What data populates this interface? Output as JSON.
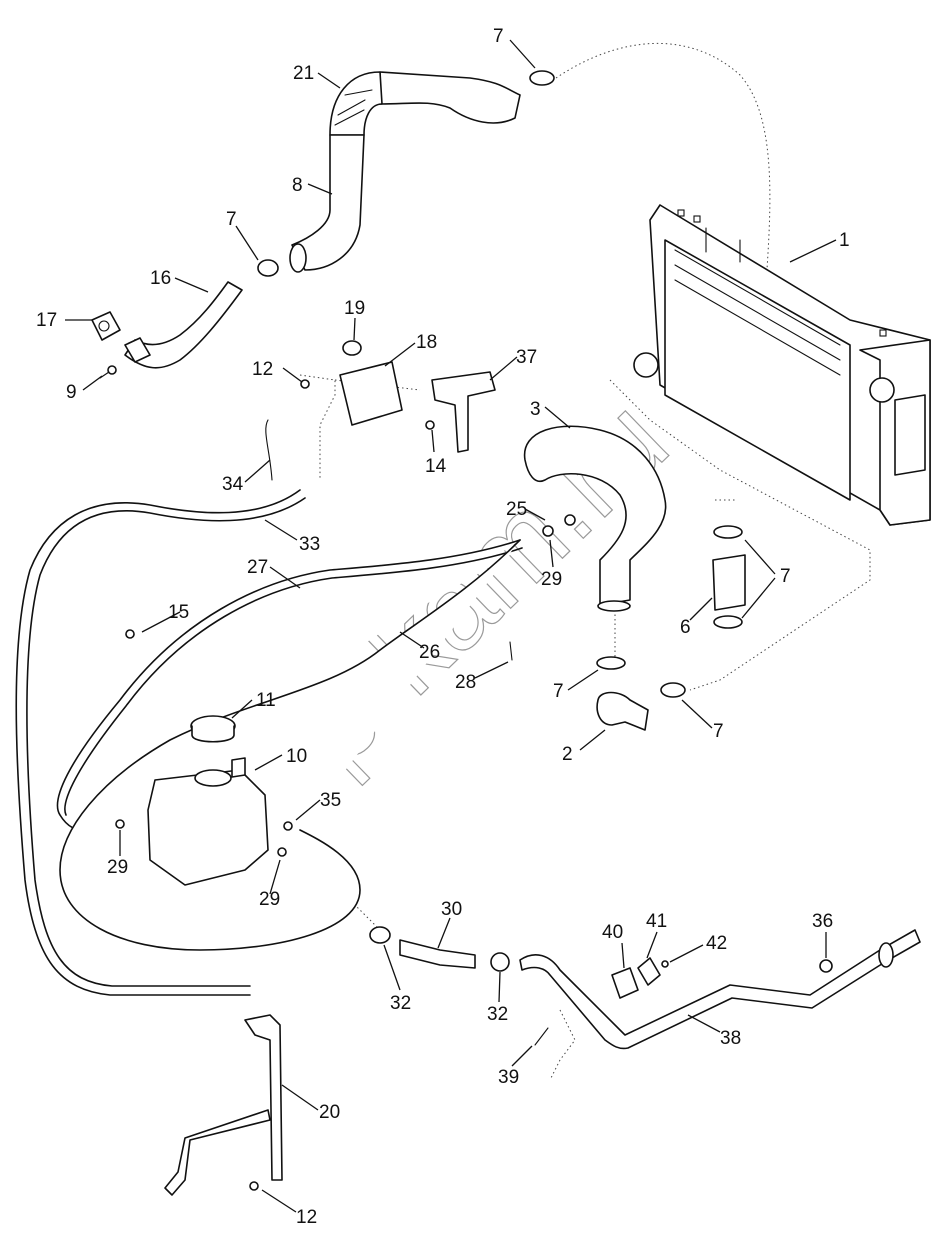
{
  "watermark": "zap-kam.ru",
  "callouts": [
    {
      "id": "1",
      "name": "callout-1"
    },
    {
      "id": "2",
      "name": "callout-2"
    },
    {
      "id": "3",
      "name": "callout-3"
    },
    {
      "id": "6",
      "name": "callout-6"
    },
    {
      "id": "7",
      "name": "callout-7-top"
    },
    {
      "id": "7",
      "name": "callout-7-upper-left"
    },
    {
      "id": "7",
      "name": "callout-7-right"
    },
    {
      "id": "7",
      "name": "callout-7-lower"
    },
    {
      "id": "7",
      "name": "callout-7-lower-right"
    },
    {
      "id": "8",
      "name": "callout-8"
    },
    {
      "id": "9",
      "name": "callout-9"
    },
    {
      "id": "10",
      "name": "callout-10"
    },
    {
      "id": "11",
      "name": "callout-11"
    },
    {
      "id": "12",
      "name": "callout-12-upper"
    },
    {
      "id": "12",
      "name": "callout-12-lower"
    },
    {
      "id": "14",
      "name": "callout-14"
    },
    {
      "id": "15",
      "name": "callout-15"
    },
    {
      "id": "16",
      "name": "callout-16"
    },
    {
      "id": "17",
      "name": "callout-17"
    },
    {
      "id": "18",
      "name": "callout-18"
    },
    {
      "id": "19",
      "name": "callout-19"
    },
    {
      "id": "20",
      "name": "callout-20"
    },
    {
      "id": "21",
      "name": "callout-21"
    },
    {
      "id": "25",
      "name": "callout-25"
    },
    {
      "id": "26",
      "name": "callout-26"
    },
    {
      "id": "27",
      "name": "callout-27"
    },
    {
      "id": "28",
      "name": "callout-28"
    },
    {
      "id": "29",
      "name": "callout-29-upper"
    },
    {
      "id": "29",
      "name": "callout-29-left"
    },
    {
      "id": "29",
      "name": "callout-29-center"
    },
    {
      "id": "30",
      "name": "callout-30"
    },
    {
      "id": "32",
      "name": "callout-32-left"
    },
    {
      "id": "32",
      "name": "callout-32-right"
    },
    {
      "id": "33",
      "name": "callout-33"
    },
    {
      "id": "34",
      "name": "callout-34"
    },
    {
      "id": "35",
      "name": "callout-35"
    },
    {
      "id": "36",
      "name": "callout-36"
    },
    {
      "id": "37",
      "name": "callout-37"
    },
    {
      "id": "38",
      "name": "callout-38"
    },
    {
      "id": "39",
      "name": "callout-39"
    },
    {
      "id": "40",
      "name": "callout-40"
    },
    {
      "id": "41",
      "name": "callout-41"
    },
    {
      "id": "42",
      "name": "callout-42"
    }
  ]
}
